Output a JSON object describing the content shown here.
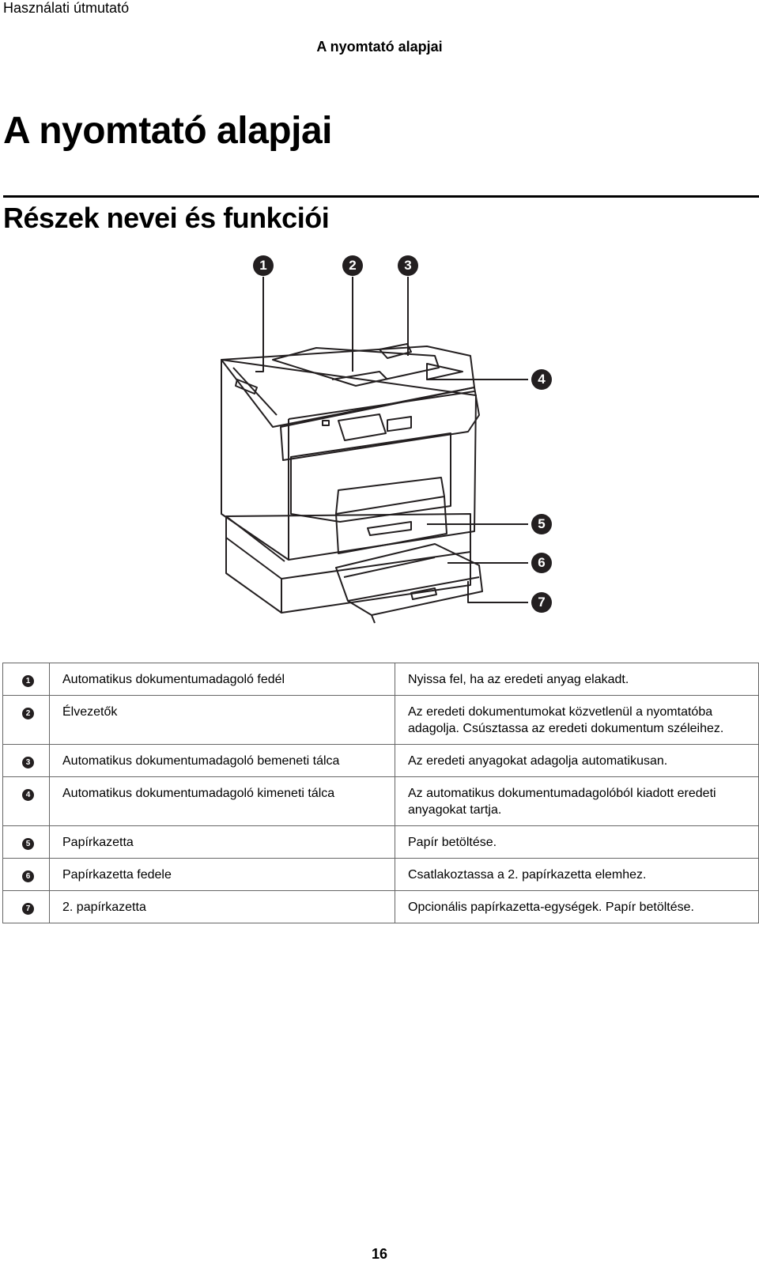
{
  "header": {
    "manual_title": "Használati útmutató",
    "section_title": "A nyomtató alapjai"
  },
  "main": {
    "title": "A nyomtató alapjai",
    "subtitle": "Részek nevei és funkciói"
  },
  "diagram": {
    "callouts": [
      "1",
      "2",
      "3",
      "4",
      "5",
      "6",
      "7"
    ]
  },
  "parts": [
    {
      "num": "1",
      "name": "Automatikus dokumentumadagoló fedél",
      "desc": "Nyissa fel, ha az eredeti anyag elakadt."
    },
    {
      "num": "2",
      "name": "Élvezetők",
      "desc": "Az eredeti dokumentumokat közvetlenül a nyomtatóba adagolja. Csúsztassa az eredeti dokumentum széleihez."
    },
    {
      "num": "3",
      "name": "Automatikus dokumentumadagoló bemeneti tálca",
      "desc": "Az eredeti anyagokat adagolja automatikusan."
    },
    {
      "num": "4",
      "name": "Automatikus dokumentumadagoló kimeneti tálca",
      "desc": "Az automatikus dokumentumadagolóból kiadott eredeti anyagokat tartja."
    },
    {
      "num": "5",
      "name": "Papírkazetta",
      "desc": "Papír betöltése."
    },
    {
      "num": "6",
      "name": "Papírkazetta fedele",
      "desc": "Csatlakoztassa a 2. papírkazetta elemhez."
    },
    {
      "num": "7",
      "name": "2. papírkazetta",
      "desc": "Opcionális papírkazetta-egységek. Papír betöltése."
    }
  ],
  "footer": {
    "page_number": "16"
  }
}
